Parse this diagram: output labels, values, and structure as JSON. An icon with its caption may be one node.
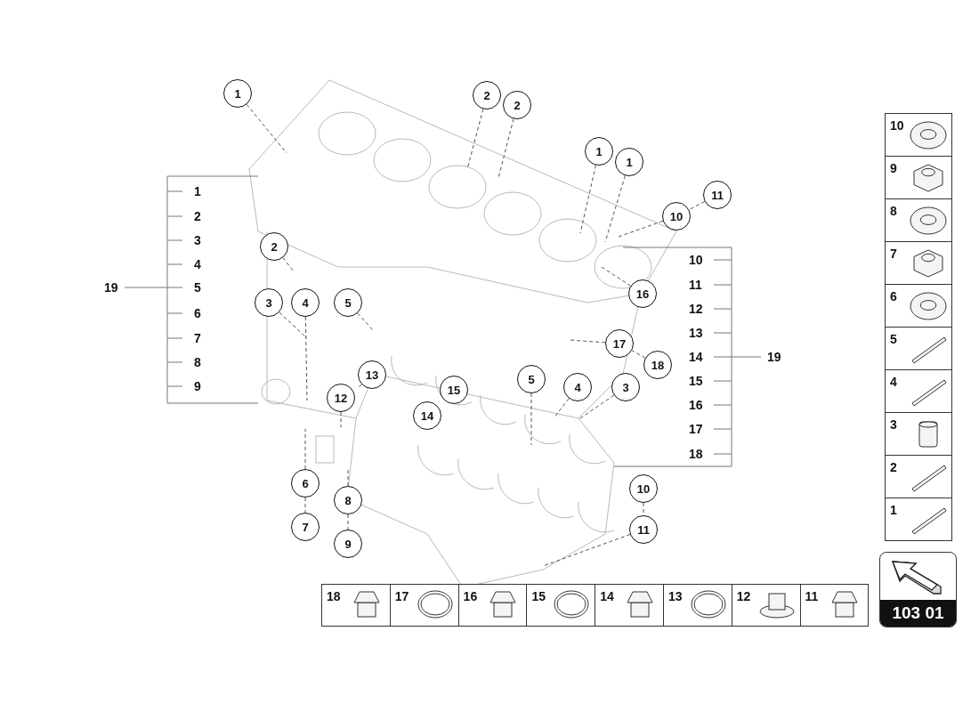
{
  "diagram": {
    "nodes": [
      {
        "text": [
          "1"
        ]
      },
      {
        "text": [
          "2"
        ]
      },
      {
        "text": [
          "2"
        ]
      },
      {
        "text": [
          "1"
        ]
      },
      {
        "text": [
          "1"
        ]
      },
      {
        "text": [
          "11"
        ]
      },
      {
        "text": [
          "10"
        ]
      },
      {
        "text": [
          "2"
        ]
      },
      {
        "text": [
          "16"
        ]
      },
      {
        "text": [
          "3"
        ]
      },
      {
        "text": [
          "4"
        ]
      },
      {
        "text": [
          "5"
        ]
      },
      {
        "text": [
          "17"
        ]
      },
      {
        "text": [
          "18"
        ]
      },
      {
        "text": [
          "13"
        ]
      },
      {
        "text": [
          "5"
        ]
      },
      {
        "text": [
          "4"
        ]
      },
      {
        "text": [
          "3"
        ]
      },
      {
        "text": [
          "15"
        ]
      },
      {
        "text": [
          "12"
        ]
      },
      {
        "text": [
          "14"
        ]
      },
      {
        "text": [
          "6"
        ]
      },
      {
        "text": [
          "10"
        ]
      },
      {
        "text": [
          "8"
        ]
      },
      {
        "text": [
          "7"
        ]
      },
      {
        "text": [
          "11"
        ]
      },
      {
        "text": [
          "9"
        ]
      }
    ],
    "edges": [
      {
        "from": 0,
        "to": null,
        "arrow": "none",
        "style": "dashed"
      },
      {
        "from": 1,
        "to": null,
        "arrow": "none",
        "style": "dashed"
      },
      {
        "from": 2,
        "to": null,
        "arrow": "none",
        "style": "dashed"
      },
      {
        "from": 3,
        "to": null,
        "arrow": "none",
        "style": "dashed"
      },
      {
        "from": 4,
        "to": null,
        "arrow": "none",
        "style": "dashed"
      },
      {
        "from": 5,
        "to": 6,
        "arrow": "none",
        "style": "dashed"
      },
      {
        "from": 6,
        "to": null,
        "arrow": "none",
        "style": "dashed"
      },
      {
        "from": 7,
        "to": null,
        "arrow": "none",
        "style": "dashed"
      },
      {
        "from": 8,
        "to": null,
        "arrow": "none",
        "style": "dashed"
      },
      {
        "from": 9,
        "to": null,
        "arrow": "none",
        "style": "dashed"
      },
      {
        "from": 10,
        "to": null,
        "arrow": "none",
        "style": "dashed"
      },
      {
        "from": 11,
        "to": null,
        "arrow": "none",
        "style": "dashed"
      },
      {
        "from": 13,
        "to": 12,
        "arrow": "none",
        "style": "dashed"
      },
      {
        "from": 12,
        "to": null,
        "arrow": "none",
        "style": "dashed"
      },
      {
        "from": 14,
        "to": null,
        "arrow": "none",
        "style": "dashed"
      },
      {
        "from": 15,
        "to": null,
        "arrow": "none",
        "style": "dashed"
      },
      {
        "from": 16,
        "to": null,
        "arrow": "none",
        "style": "dashed"
      },
      {
        "from": 17,
        "to": null,
        "arrow": "none",
        "style": "dashed"
      },
      {
        "from": 19,
        "to": null,
        "arrow": "none",
        "style": "dashed"
      },
      {
        "from": 21,
        "to": 24,
        "arrow": "none",
        "style": "dashed"
      },
      {
        "from": 21,
        "to": null,
        "arrow": "none",
        "style": "dashed"
      },
      {
        "from": 23,
        "to": 26,
        "arrow": "none",
        "style": "dashed"
      },
      {
        "from": 23,
        "to": null,
        "arrow": "none",
        "style": "dashed"
      },
      {
        "from": 22,
        "to": 25,
        "arrow": "none",
        "style": "dashed"
      },
      {
        "from": 25,
        "to": null,
        "arrow": "none",
        "style": "dashed"
      }
    ],
    "labels": [
      "1",
      "2",
      "3",
      "4",
      "5",
      "6",
      "7",
      "8",
      "9",
      "19",
      "10",
      "11",
      "12",
      "13",
      "14",
      "15",
      "16",
      "17",
      "18",
      "19",
      "10",
      "9",
      "8",
      "7",
      "6",
      "5",
      "4",
      "3",
      "2",
      "1",
      "18",
      "17",
      "16",
      "15",
      "14",
      "13",
      "12",
      "11",
      "103 01"
    ]
  }
}
